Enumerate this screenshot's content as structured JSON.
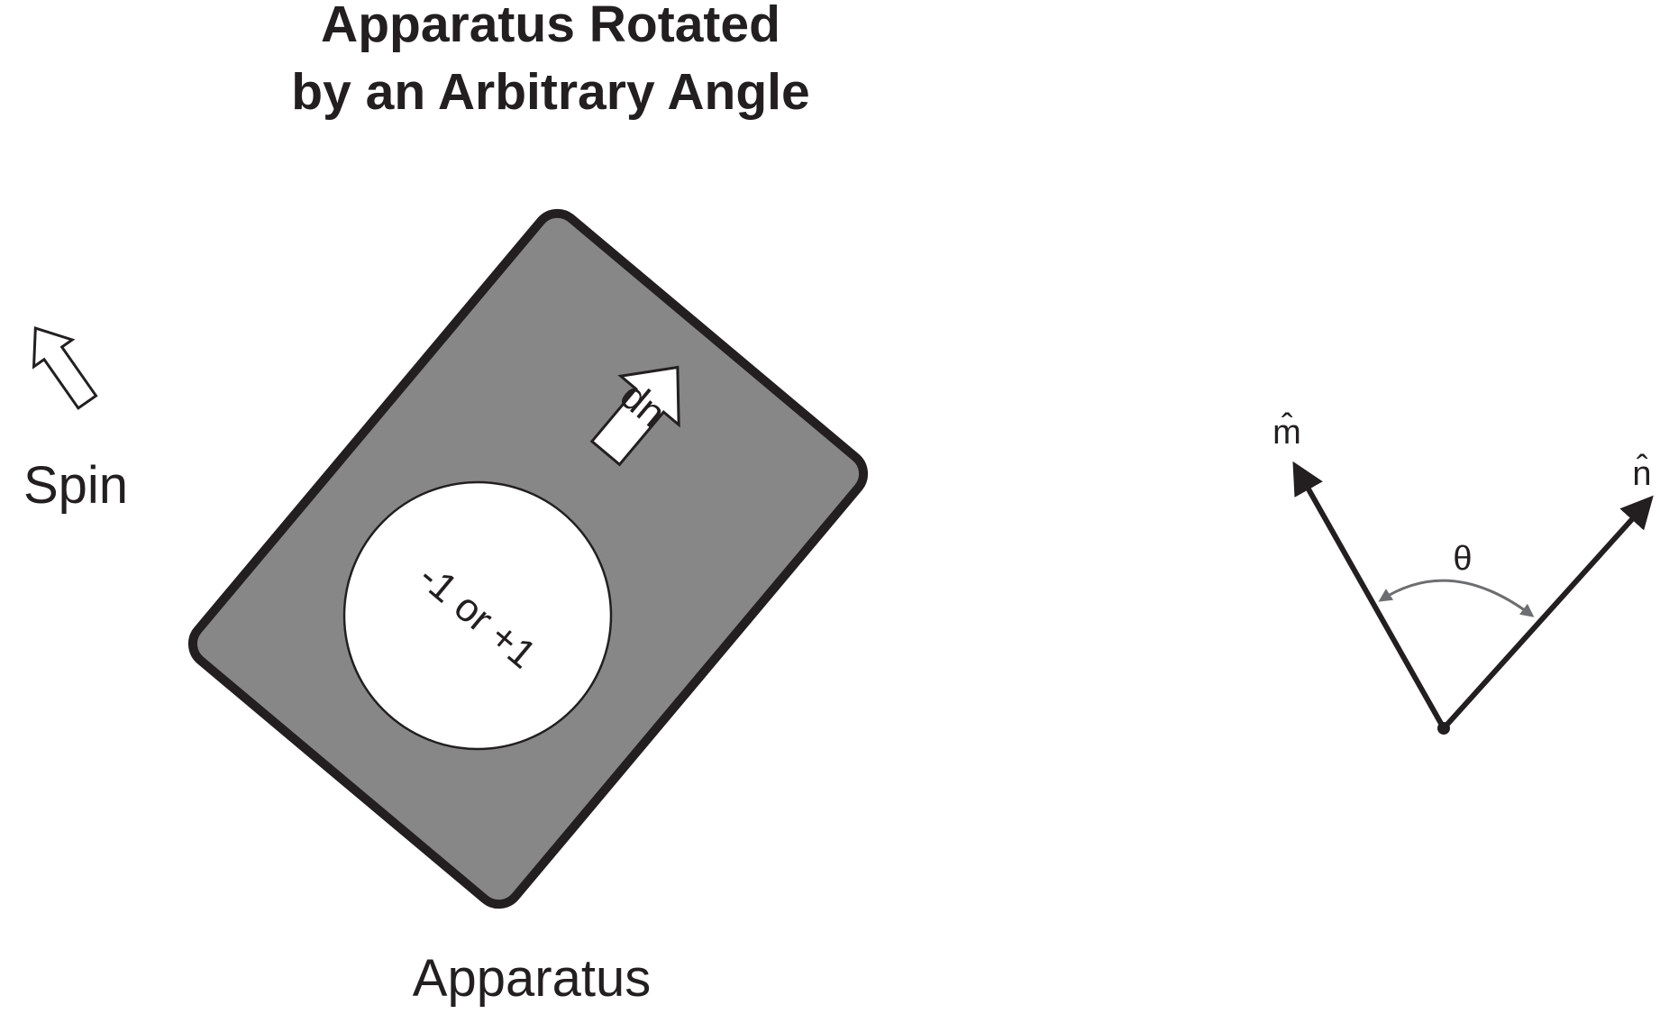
{
  "title": {
    "line1": "Apparatus Rotated",
    "line2": "by an Arbitrary Angle"
  },
  "spin": {
    "label": "Spin"
  },
  "apparatus": {
    "label": "Apparatus",
    "arrow_label": "up",
    "window_text": "-1 or +1"
  },
  "vectors": {
    "m_label": "m̂",
    "n_label": "n̂",
    "angle_label": "θ"
  },
  "colors": {
    "ink": "#231f20",
    "apparatus_fill": "#878787",
    "angle_arc": "#6d6e71",
    "background": "#ffffff"
  }
}
